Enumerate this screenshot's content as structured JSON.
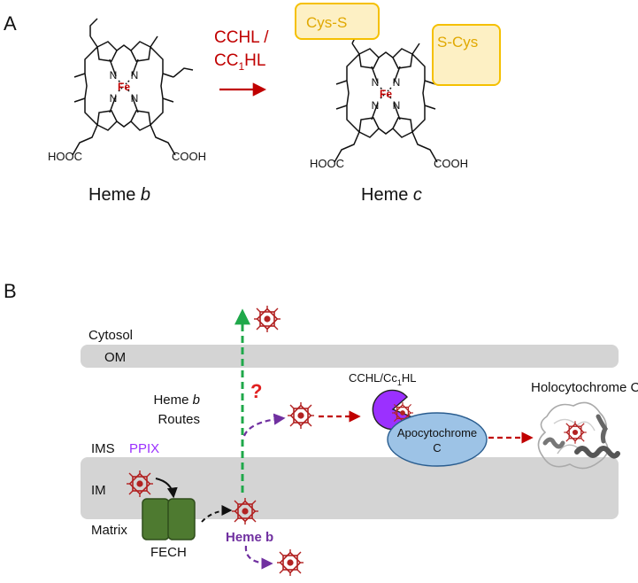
{
  "panel_a": {
    "label": "A",
    "arrow_label_line1": "CCHL /",
    "arrow_label_line2_prefix": "CC",
    "arrow_label_line2_sub": "1",
    "arrow_label_line2_suffix": "HL",
    "left": {
      "caption_prefix": "Heme ",
      "caption_italic": "b",
      "metal": "Fe",
      "nitrogen": "N",
      "acid_left": "HOOC",
      "acid_right": "COOH"
    },
    "right": {
      "caption_prefix": "Heme ",
      "caption_italic": "c",
      "metal": "Fe",
      "nitrogen": "N",
      "acid_left": "HOOC",
      "acid_right": "COOH",
      "thioether_left": "Cys-S",
      "thioether_right": "S-Cys"
    }
  },
  "panel_b": {
    "label": "B",
    "cytosol": "Cytosol",
    "om": "OM",
    "ims": "IMS",
    "im": "IM",
    "matrix": "Matrix",
    "ppix": "PPIX",
    "fech": "FECH",
    "heme_b": "Heme b",
    "routes_line1_prefix": "Heme ",
    "routes_line1_italic": "b",
    "routes_line2": "Routes",
    "question": "?",
    "cchl_prefix": "CCHL/Cc",
    "cchl_sub": "1",
    "cchl_suffix": "HL",
    "apocyt_line1": "Apocytochrome",
    "apocyt_line2": "C",
    "holocyt": "Holocytochrome C"
  },
  "colors": {
    "red_label": "#c00000",
    "yellow_box_fill": "#fdf0c4",
    "yellow_box_stroke": "#f5c000",
    "yellow_text": "#e0a800",
    "membrane_gray": "#d4d4d4",
    "purple": "#7030a0",
    "ppix_purple": "#9b30ff",
    "green_arrow": "#1fa84a",
    "fech_green": "#4e7a30",
    "apocyt_blue": "#9dc3e6",
    "heme_red": "#b22222"
  }
}
